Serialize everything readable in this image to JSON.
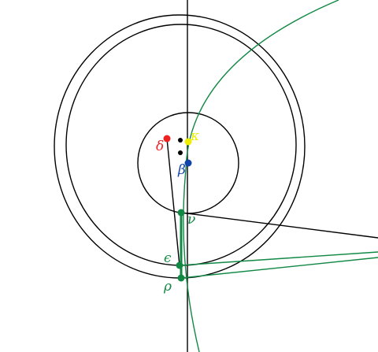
{
  "colors": {
    "black": "#000000",
    "green": "#118844",
    "red": "#ee2222",
    "yellow": "#eeee00",
    "blue": "#1144aa"
  },
  "points": {
    "delta": {
      "label": "δ",
      "color": "#ee2222"
    },
    "kappa": {
      "label": "κ",
      "color": "#eeee00"
    },
    "beta": {
      "label": "β",
      "color": "#1144aa"
    },
    "nu": {
      "label": "ν",
      "color": "#118844"
    },
    "epsilon": {
      "label": "ϵ",
      "color": "#118844"
    },
    "rho": {
      "label": "ρ",
      "color": "#118844"
    }
  }
}
